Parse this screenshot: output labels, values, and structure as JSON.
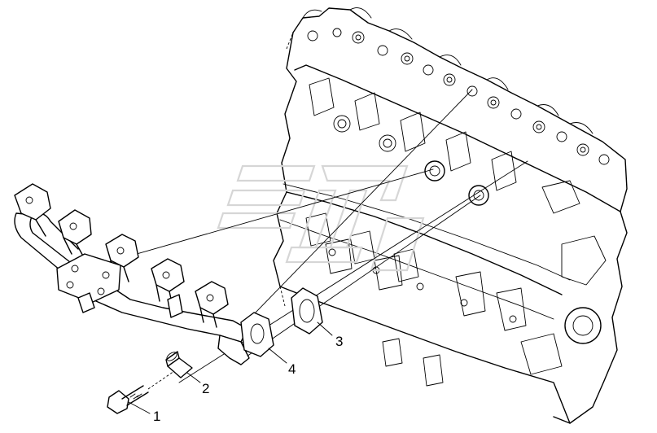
{
  "callouts": [
    {
      "id": "1",
      "text": "1"
    },
    {
      "id": "2",
      "text": "2"
    },
    {
      "id": "3",
      "text": "3"
    },
    {
      "id": "4",
      "text": "4"
    }
  ],
  "parts": [
    {
      "id": "1",
      "icon": "bolt-icon"
    },
    {
      "id": "2",
      "icon": "spacer-sleeve-icon"
    },
    {
      "id": "3",
      "icon": "gasket-icon"
    },
    {
      "id": "4",
      "icon": "exhaust-manifold-icon"
    }
  ],
  "background": {
    "icon": "engine-block-icon"
  },
  "watermark": {
    "icon": "logo-watermark-icon"
  },
  "colors": {
    "line": "#000000",
    "background": "#ffffff",
    "watermark": "#d6d6d6"
  }
}
